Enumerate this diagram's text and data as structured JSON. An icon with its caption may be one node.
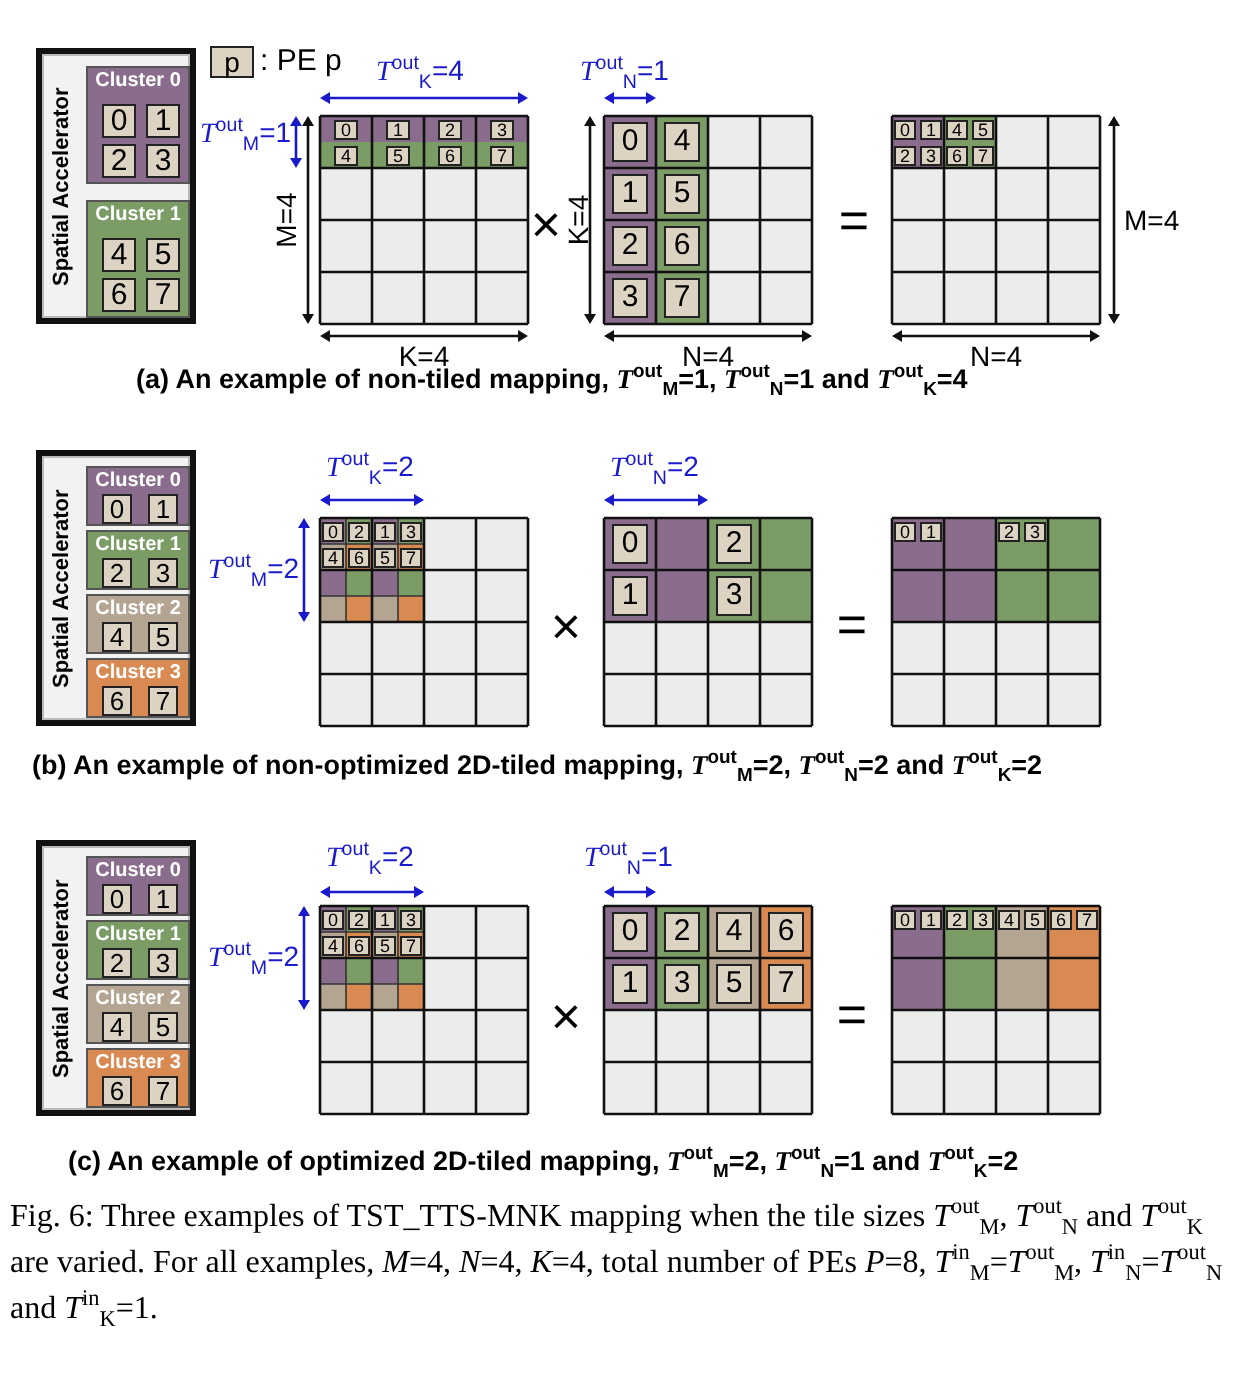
{
  "diagram": {
    "caption": "Fig. 6: Three examples of TST_TTS-MNK mapping when the tile sizes *T*$^{out}$$_{M}$, *T*$^{out}$$_{N}$ and *T*$^{out}$$_{K}$ are varied. For all examples, *M*=4, *N*=4, *K*=4, total number of PEs *P*=8, *T*$^{in}$$_{M}$=*T*$^{out}$$_{M}$, *T*$^{in}$$_{N}$=*T*$^{out}$$_{N}$ and *T*$^{in}$$_{K}$=1.",
    "nodes": [
      {
        "text": [
          "Spatial Accelerator"
        ]
      },
      {
        "text": [
          "Cluster 0"
        ],
        "in": 0
      },
      {
        "text": [
          "0"
        ],
        "in": 1
      },
      {
        "text": [
          "1"
        ],
        "in": 1
      },
      {
        "text": [
          "2"
        ],
        "in": 1
      },
      {
        "text": [
          "3"
        ],
        "in": 1
      },
      {
        "text": [
          "Cluster 1"
        ],
        "in": 0
      },
      {
        "text": [
          "4"
        ],
        "in": 6
      },
      {
        "text": [
          "5"
        ],
        "in": 6
      },
      {
        "text": [
          "6"
        ],
        "in": 6
      },
      {
        "text": [
          "7"
        ],
        "in": 6
      },
      {
        "text": [
          "p"
        ],
        "beside": [
          ": PE p"
        ]
      },
      {
        "text": [
          "0"
        ]
      },
      {
        "text": [
          "1"
        ]
      },
      {
        "text": [
          "2"
        ]
      },
      {
        "text": [
          "3"
        ]
      },
      {
        "text": [
          "4"
        ]
      },
      {
        "text": [
          "5"
        ]
      },
      {
        "text": [
          "6"
        ]
      },
      {
        "text": [
          "7"
        ]
      },
      {
        "text": [
          "0"
        ]
      },
      {
        "text": [
          "4"
        ]
      },
      {
        "text": [
          "1"
        ]
      },
      {
        "text": [
          "5"
        ]
      },
      {
        "text": [
          "2"
        ]
      },
      {
        "text": [
          "6"
        ]
      },
      {
        "text": [
          "3"
        ]
      },
      {
        "text": [
          "7"
        ]
      },
      {
        "text": [
          "0"
        ]
      },
      {
        "text": [
          "1"
        ]
      },
      {
        "text": [
          "4"
        ]
      },
      {
        "text": [
          "5"
        ]
      },
      {
        "text": [
          "2"
        ]
      },
      {
        "text": [
          "3"
        ]
      },
      {
        "text": [
          "6"
        ]
      },
      {
        "text": [
          "7"
        ]
      },
      {
        "text": [
          "Spatial Accelerator"
        ]
      },
      {
        "text": [
          "Cluster 0"
        ],
        "in": 36
      },
      {
        "text": [
          "0"
        ],
        "in": 37
      },
      {
        "text": [
          "1"
        ],
        "in": 37
      },
      {
        "text": [
          "Cluster 1"
        ],
        "in": 36
      },
      {
        "text": [
          "2"
        ],
        "in": 40
      },
      {
        "text": [
          "3"
        ],
        "in": 40
      },
      {
        "text": [
          "Cluster 2"
        ],
        "in": 36
      },
      {
        "text": [
          "4"
        ],
        "in": 43
      },
      {
        "text": [
          "5"
        ],
        "in": 43
      },
      {
        "text": [
          "Cluster 3"
        ],
        "in": 36
      },
      {
        "text": [
          "6"
        ],
        "in": 46
      },
      {
        "text": [
          "7"
        ],
        "in": 46
      },
      {
        "text": [
          "0"
        ]
      },
      {
        "text": [
          "2"
        ]
      },
      {
        "text": [
          "1"
        ]
      },
      {
        "text": [
          "3"
        ]
      },
      {
        "text": [
          "4"
        ]
      },
      {
        "text": [
          "6"
        ]
      },
      {
        "text": [
          "5"
        ]
      },
      {
        "text": [
          "7"
        ]
      },
      {
        "text": [
          "0"
        ]
      },
      {
        "text": [
          "2"
        ]
      },
      {
        "text": [
          "1"
        ]
      },
      {
        "text": [
          "3"
        ]
      },
      {
        "text": [
          "0"
        ]
      },
      {
        "text": [
          "1"
        ]
      },
      {
        "text": [
          "2"
        ]
      },
      {
        "text": [
          "3"
        ]
      },
      {
        "text": [
          "Spatial Accelerator"
        ]
      },
      {
        "text": [
          "Cluster 0"
        ],
        "in": 65
      },
      {
        "text": [
          "0"
        ],
        "in": 66
      },
      {
        "text": [
          "1"
        ],
        "in": 66
      },
      {
        "text": [
          "Cluster 1"
        ],
        "in": 65
      },
      {
        "text": [
          "2"
        ],
        "in": 69
      },
      {
        "text": [
          "3"
        ],
        "in": 69
      },
      {
        "text": [
          "Cluster 2"
        ],
        "in": 65
      },
      {
        "text": [
          "4"
        ],
        "in": 72
      },
      {
        "text": [
          "5"
        ],
        "in": 72
      },
      {
        "text": [
          "Cluster 3"
        ],
        "in": 65
      },
      {
        "text": [
          "6"
        ],
        "in": 75
      },
      {
        "text": [
          "7"
        ],
        "in": 75
      },
      {
        "text": [
          "0"
        ]
      },
      {
        "text": [
          "2"
        ]
      },
      {
        "text": [
          "1"
        ]
      },
      {
        "text": [
          "3"
        ]
      },
      {
        "text": [
          "4"
        ]
      },
      {
        "text": [
          "6"
        ]
      },
      {
        "text": [
          "5"
        ]
      },
      {
        "text": [
          "7"
        ]
      },
      {
        "text": [
          "0"
        ]
      },
      {
        "text": [
          "2"
        ]
      },
      {
        "text": [
          "4"
        ]
      },
      {
        "text": [
          "6"
        ]
      },
      {
        "text": [
          "1"
        ]
      },
      {
        "text": [
          "3"
        ]
      },
      {
        "text": [
          "5"
        ]
      },
      {
        "text": [
          "7"
        ]
      },
      {
        "text": [
          "0"
        ]
      },
      {
        "text": [
          "1"
        ]
      },
      {
        "text": [
          "2"
        ]
      },
      {
        "text": [
          "3"
        ]
      },
      {
        "text": [
          "4"
        ]
      },
      {
        "text": [
          "5"
        ]
      },
      {
        "text": [
          "6"
        ]
      },
      {
        "text": [
          "7"
        ]
      }
    ],
    "labels": [
      "*T*$^{out}$$_{K}$=4",
      "*T*$^{out}$$_{N}$=1",
      "*T*$^{out}$$_{M}$=1",
      "M=4",
      "×",
      "K=4",
      "=",
      "M=4",
      "K=4",
      "N=4",
      "N=4",
      "(a) An example of non-tiled mapping, *T*$^{out}$$_{M}$=1, *T*$^{out}$$_{N}$=1 and *T*$^{out}$$_{K}$=4",
      "*T*$^{out}$$_{K}$=2",
      "*T*$^{out}$$_{N}$=2",
      "*T*$^{out}$$_{M}$=2",
      "×",
      "=",
      "(b) An example of non-optimized 2D-tiled mapping, *T*$^{out}$$_{M}$=2, *T*$^{out}$$_{N}$=2 and *T*$^{out}$$_{K}$=2",
      "*T*$^{out}$$_{K}$=2",
      "*T*$^{out}$$_{N}$=1",
      "*T*$^{out}$$_{M}$=2",
      "×",
      "=",
      "(c) An example of optimized 2D-tiled mapping, *T*$^{out}$$_{M}$=2, *T*$^{out}$$_{N}$=1 and *T*$^{out}$$_{K}$=2"
    ]
  }
}
